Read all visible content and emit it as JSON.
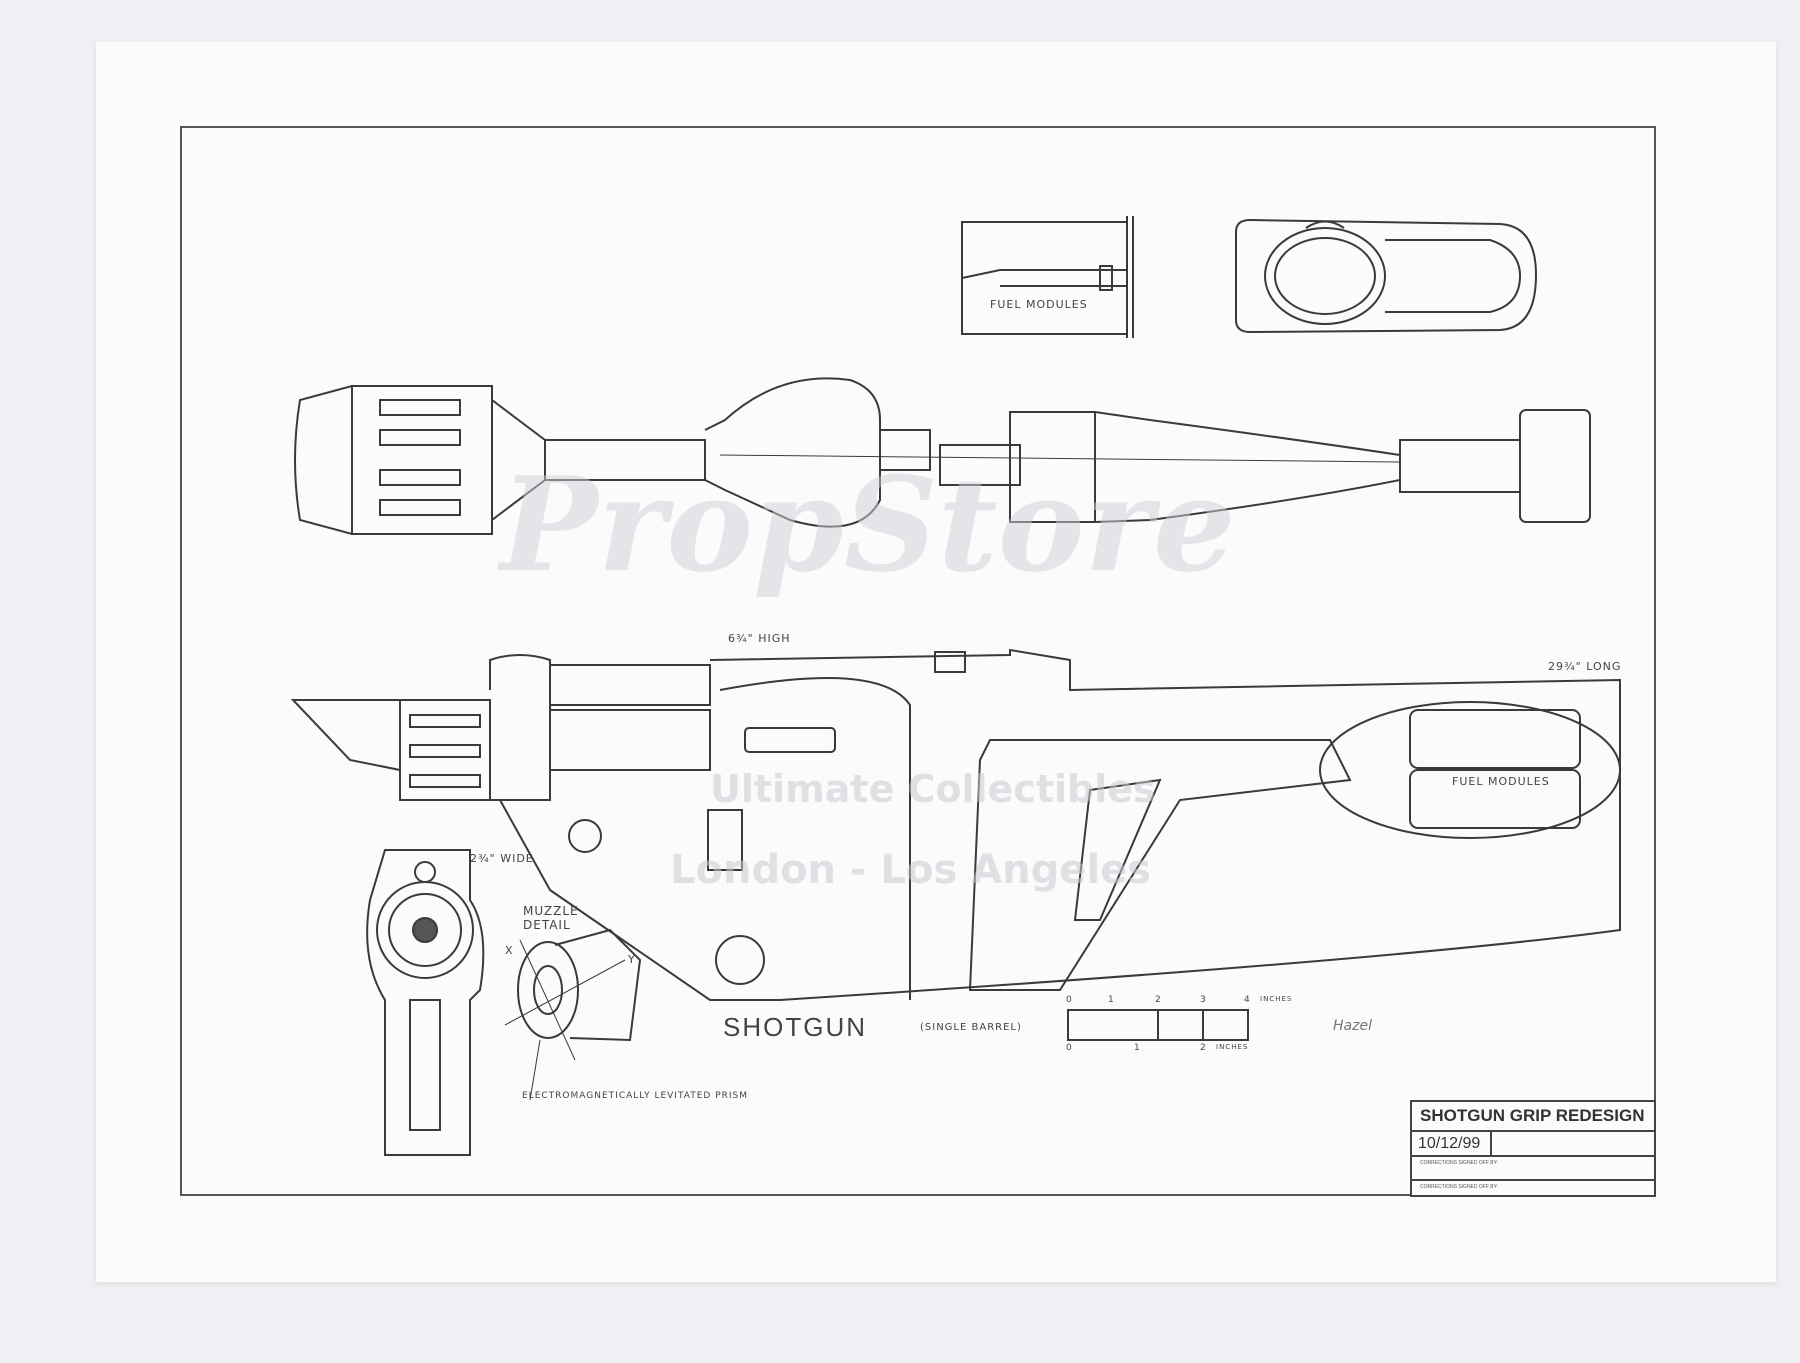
{
  "watermark": {
    "brand": "PropStore",
    "tagline": "Ultimate Collectibles",
    "locations": "London - Los Angeles"
  },
  "drawing": {
    "fuel_modules_top": "FUEL MODULES",
    "fuel_modules_side": "FUEL MODULES",
    "height_note": "6¾\" HIGH",
    "length_note": "29¾\" LONG",
    "width_note": "2¾\" WIDE",
    "muzzle_detail": "MUZZLE DETAIL",
    "prism_note": "ELECTROMAGNETICALLY LEVITATED PRISM",
    "axis_x": "X",
    "axis_y": "Y",
    "main_title": "SHOTGUN",
    "subtitle": "(SINGLE BARREL)",
    "signature": "Hazel"
  },
  "scale_bar": {
    "top_ticks": [
      "0",
      "1",
      "2",
      "3",
      "4"
    ],
    "top_unit": "INCHES",
    "bottom_ticks": [
      "0",
      "1",
      "2"
    ],
    "bottom_unit": "INCHES"
  },
  "title_block": {
    "title": "SHOTGUN GRIP REDESIGN",
    "date": "10/12/99",
    "corrections_1": "CORRECTIONS SIGNED OFF BY:",
    "corrections_2": "CORRECTIONS SIGNED OFF BY:"
  }
}
